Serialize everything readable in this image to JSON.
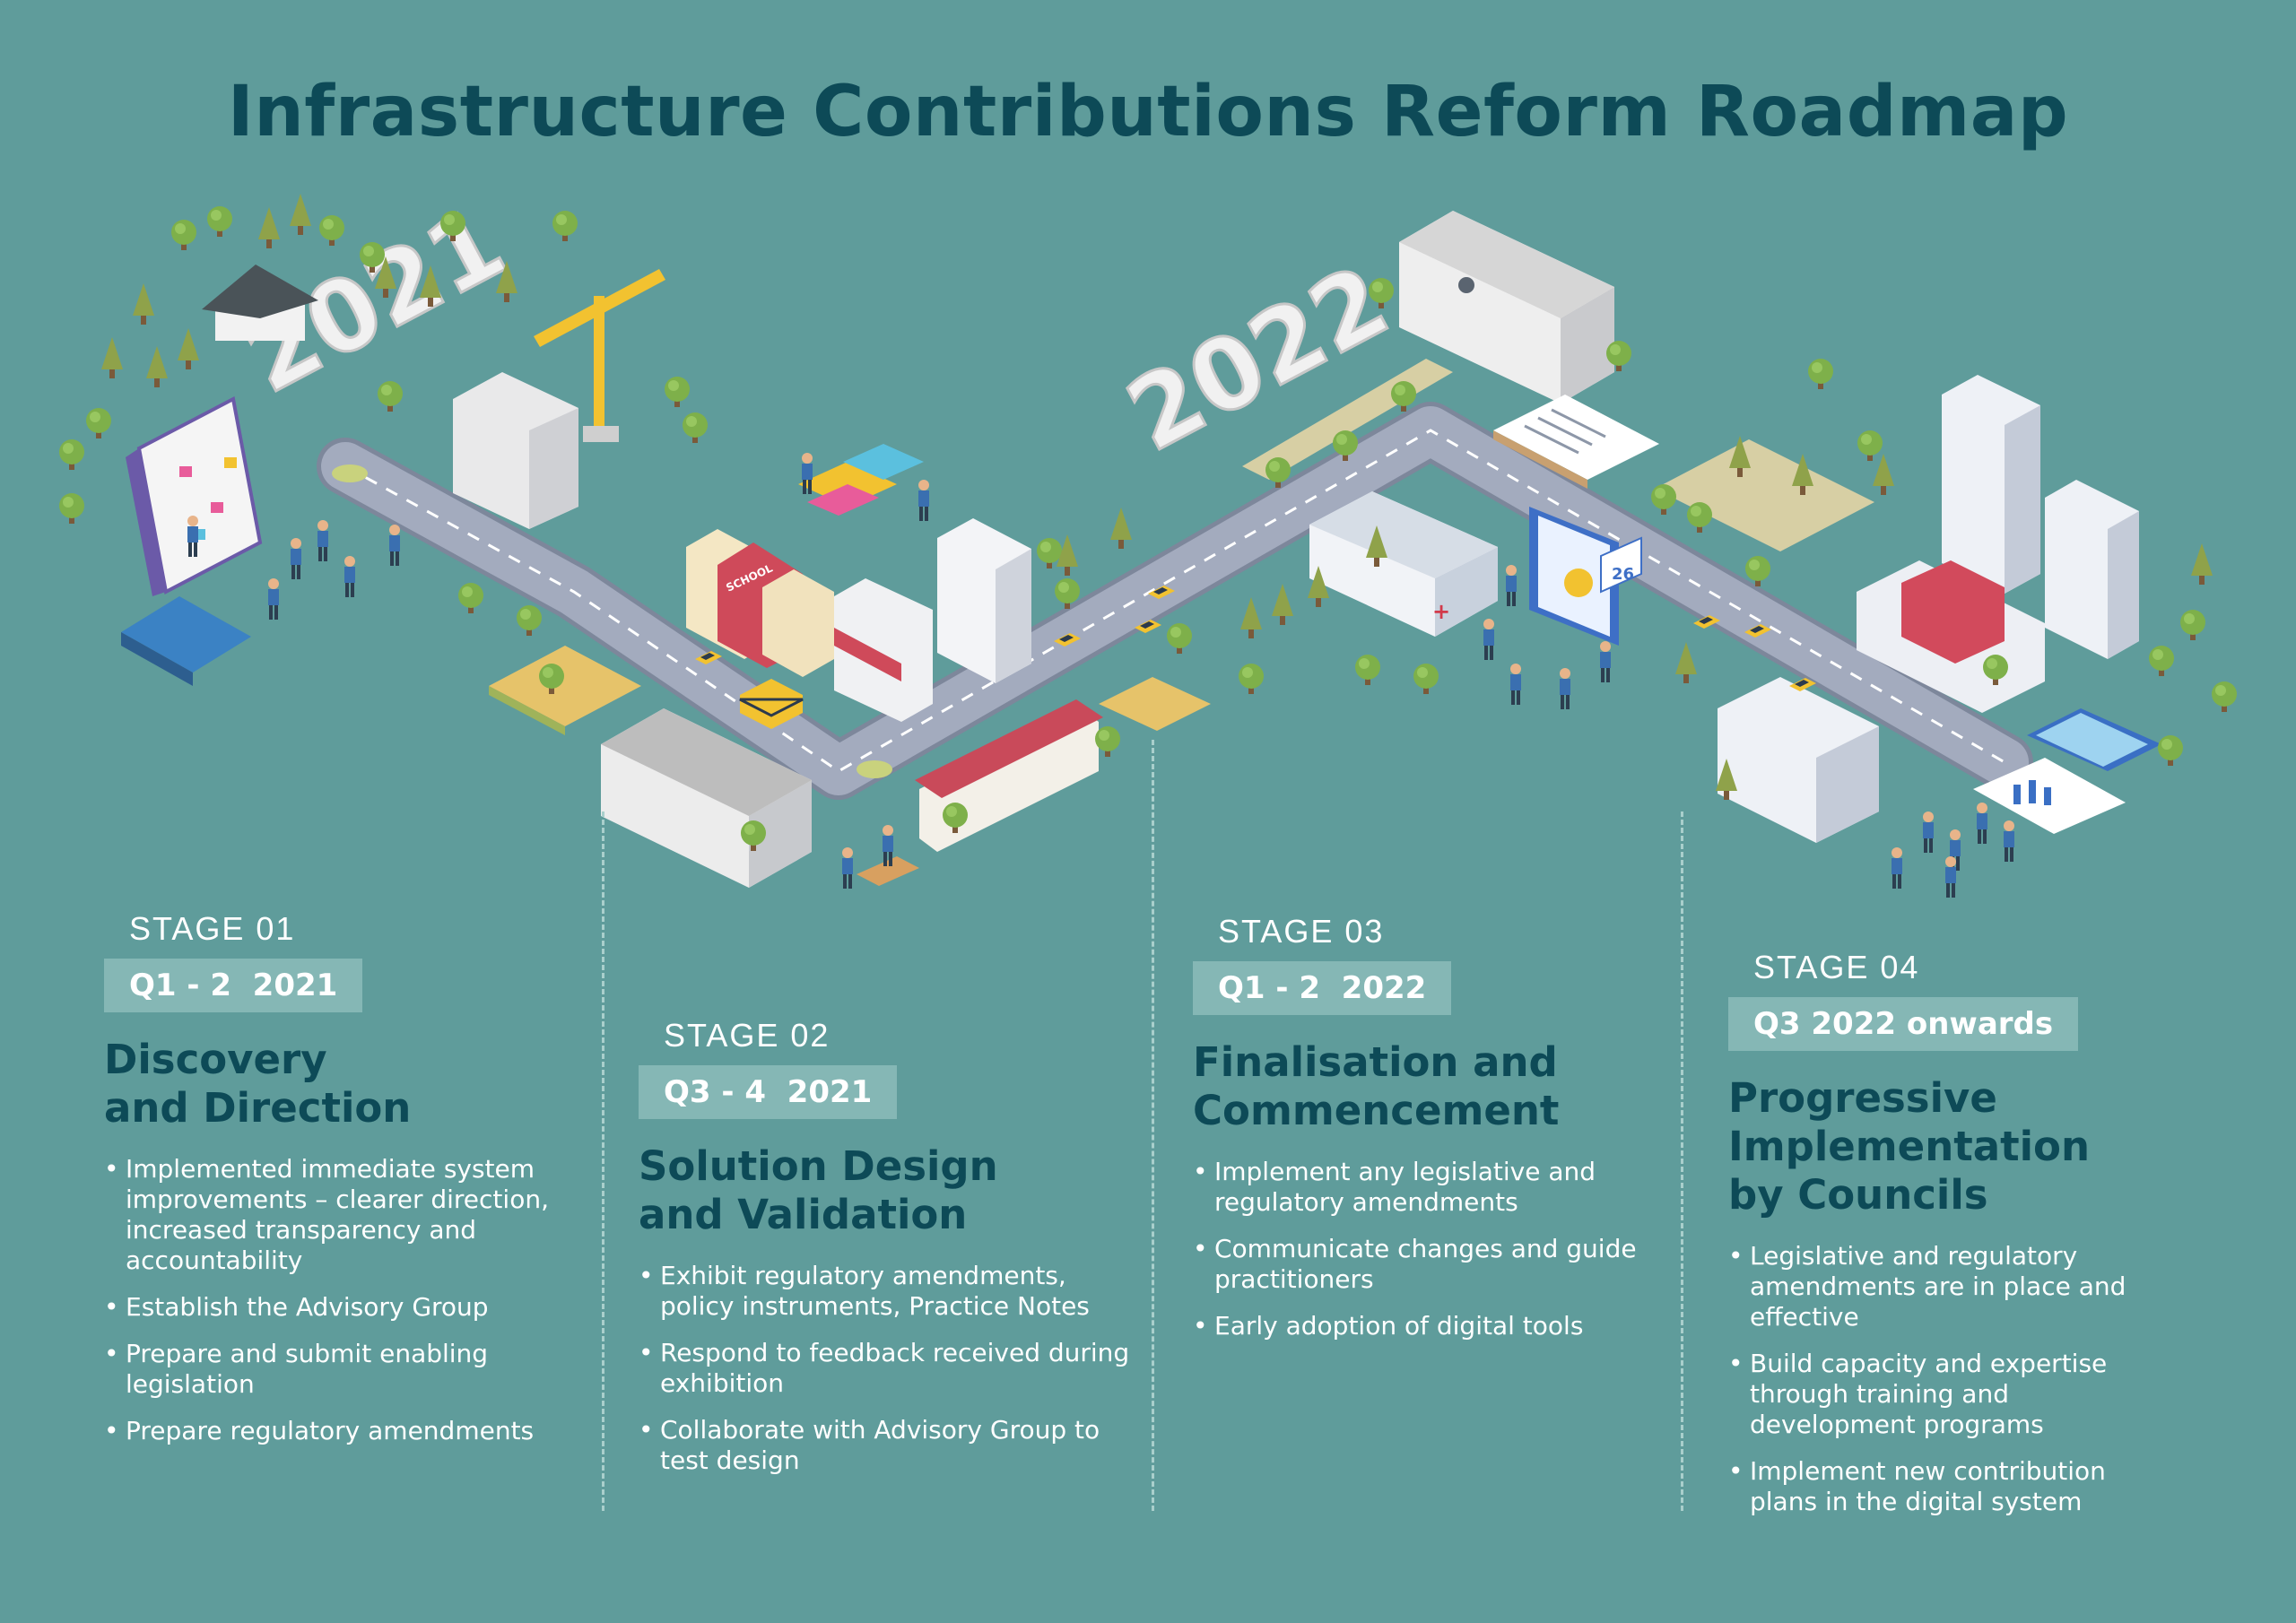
{
  "title": "Infrastructure Contributions Reform Roadmap",
  "years": {
    "first": "2021",
    "second": "2022"
  },
  "illustration_labels": {
    "school_sign": "SCHOOL",
    "calendar_day": "26"
  },
  "stages": [
    {
      "label": "STAGE 01",
      "period": "Q1 - 2  2021",
      "heading": "Discovery\nand Direction",
      "bullets": [
        "Implemented immediate system improvements – clearer direction, increased transparency and accountability",
        "Establish the Advisory Group",
        "Prepare and submit enabling legislation",
        "Prepare regulatory amendments"
      ]
    },
    {
      "label": "STAGE 02",
      "period": "Q3 - 4  2021",
      "heading": "Solution Design\nand Validation",
      "bullets": [
        "Exhibit regulatory amendments, policy instruments, Practice Notes",
        "Respond to feedback received during exhibition",
        "Collaborate with Advisory Group to test design"
      ]
    },
    {
      "label": "STAGE 03",
      "period": "Q1 - 2  2022",
      "heading": "Finalisation and\nCommencement",
      "bullets": [
        "Implement any legislative and regulatory amendments",
        "Communicate changes and guide practitioners",
        "Early adoption of digital tools"
      ]
    },
    {
      "label": "STAGE 04",
      "period": "Q3 2022 onwards",
      "heading": "Progressive\nImplementation\nby Councils",
      "bullets": [
        "Legislative and regulatory amendments are in place and effective",
        "Build capacity and expertise through training and development programs",
        "Implement new contribution plans in the digital system"
      ]
    }
  ],
  "colors": {
    "background": "#5f9c9b",
    "heading": "#0d4a57",
    "road": "#a3abbe",
    "badge": "#85b7b5"
  }
}
